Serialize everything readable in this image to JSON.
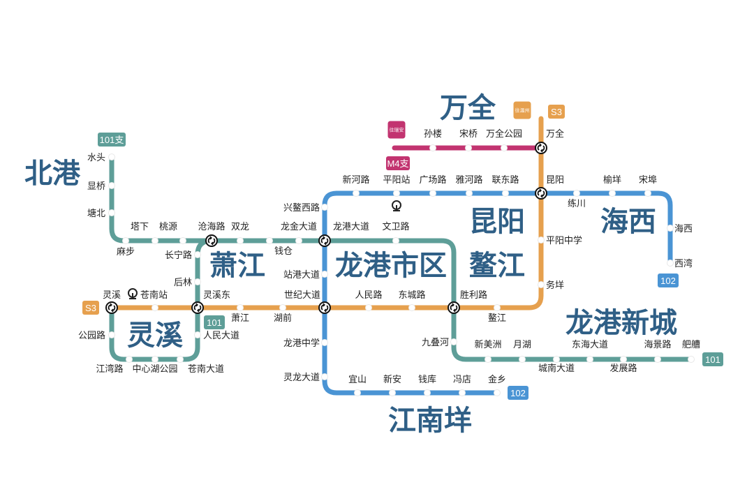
{
  "title": "龙港及周边轨道交通线路图",
  "colors": {
    "line_101": "#5e9e98",
    "line_S3": "#e6a04e",
    "line_102": "#4a94d4",
    "line_M4": "#c23470",
    "district": "#2f5f86"
  },
  "districts": [
    "北港",
    "万全",
    "萧江",
    "龙港市区",
    "昆阳",
    "鳌江",
    "海西",
    "灵溪",
    "龙港新城",
    "江南垟"
  ],
  "badges": {
    "b101_branch": "101支",
    "b101_a": "101",
    "b101_b": "101",
    "s3_a": "S3",
    "s3_b": "S3",
    "b102_a": "102",
    "b102_b": "102",
    "m4_branch": "M4支",
    "to_ruian": "往瑞安",
    "to_wenzhou": "往温州"
  },
  "stations": [
    "水头",
    "显桥",
    "塘北",
    "麻步",
    "塔下",
    "桃源",
    "沧海路",
    "双龙",
    "钱仓",
    "龙金大道",
    "龙港大道",
    "文卫路",
    "长宁路",
    "后林",
    "灵溪东",
    "人民大道",
    "苍南大道",
    "中心湖公园",
    "江湾路",
    "公园路",
    "灵溪",
    "苍南站",
    "萧江",
    "湖前",
    "世纪大道",
    "人民路",
    "东城路",
    "胜利路",
    "鳌江",
    "务垟",
    "平阳中学",
    "昆阳",
    "万全",
    "孙楼",
    "宋桥",
    "万全公园",
    "兴鳌西路",
    "新河路",
    "平阳站",
    "广场路",
    "雅河路",
    "联东路",
    "练川",
    "榆垟",
    "宋埠",
    "海西",
    "西湾",
    "站港大道",
    "龙港中学",
    "灵龙大道",
    "宜山",
    "新安",
    "钱库",
    "冯店",
    "金乡",
    "九叠河",
    "新美洲",
    "月湖",
    "城南大道",
    "东海大道",
    "发展路",
    "海景路",
    "舥艚"
  ]
}
